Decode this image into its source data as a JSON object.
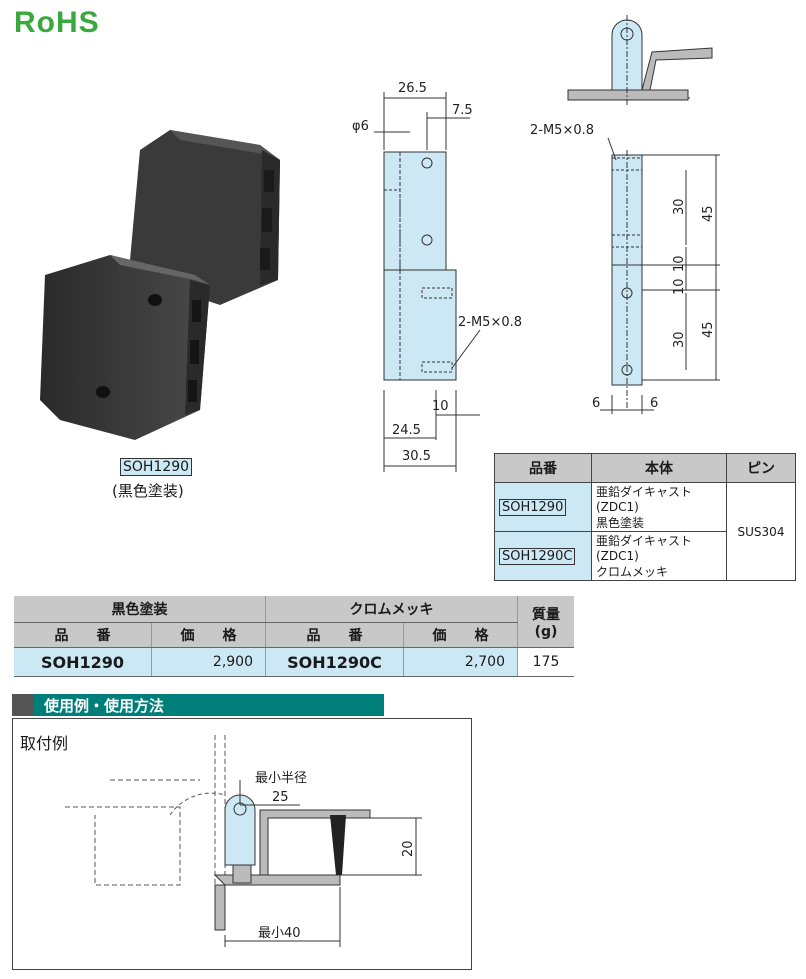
{
  "logo": "RoHS",
  "caption": {
    "model": "SOH1290",
    "finish": "(黒色塗装)"
  },
  "front_view": {
    "dims": {
      "overall_width": "26.5",
      "phi": "φ6",
      "offset": "7.5",
      "tap": "2-M5×0.8",
      "d10": "10",
      "d245": "24.5",
      "d305": "30.5"
    }
  },
  "side_view": {
    "dims": {
      "tap": "2-M5×0.8",
      "d30a": "30",
      "d45a": "45",
      "d10a": "10",
      "d10b": "10",
      "d30b": "30",
      "d45b": "45",
      "d6a": "6",
      "d6b": "6"
    }
  },
  "spec_table": {
    "headers": [
      "品番",
      "本体",
      "ピン"
    ],
    "rows": [
      {
        "model": "SOH1290",
        "body": [
          "亜鉛ダイキャスト(ZDC1)",
          "黒色塗装"
        ]
      },
      {
        "model": "SOH1290C",
        "body": [
          "亜鉛ダイキャスト(ZDC1)",
          "クロムメッキ"
        ]
      }
    ],
    "pin": "SUS304"
  },
  "price_table": {
    "group1": "黒色塗装",
    "group2": "クロムメッキ",
    "mass_header": "質量",
    "mass_unit": "(g)",
    "sub_code": "品　　番",
    "sub_price": "価　　格",
    "row": {
      "code1": "SOH1290",
      "price1": "2,900",
      "code2": "SOH1290C",
      "price2": "2,700",
      "mass": "175"
    }
  },
  "usage": {
    "title": "使用例・使用方法",
    "label": "取付例",
    "min_radius": "最小半径",
    "d25": "25",
    "d20": "20",
    "min40": "最小40"
  }
}
